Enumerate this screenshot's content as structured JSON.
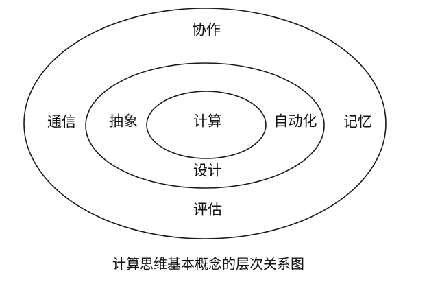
{
  "diagram": {
    "rings": {
      "outer": {
        "top": "协作",
        "left": "通信",
        "right": "记忆",
        "bottom": "评估"
      },
      "middle": {
        "left": "抽象",
        "right": "自动化",
        "bottom": "设计"
      },
      "inner": {
        "center": "计算"
      }
    },
    "caption": "计算思维基本概念的层次关系图"
  }
}
